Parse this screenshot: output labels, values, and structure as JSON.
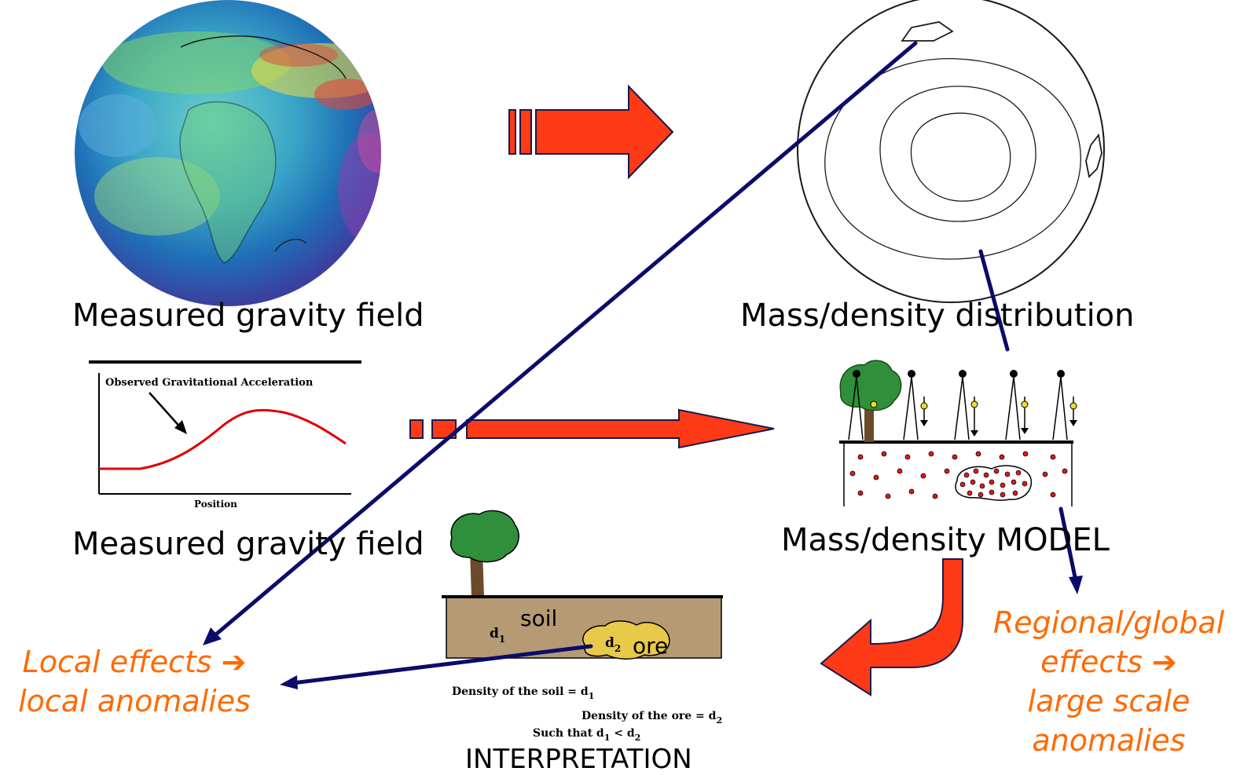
{
  "labels": {
    "measured_gravity_field_top": "Measured gravity field",
    "mass_density_distribution": "Mass/density distribution",
    "measured_gravity_field_bottom": "Measured gravity field",
    "mass_density_model": "Mass/density MODEL",
    "interpretation": "INTERPRETATION"
  },
  "local_effects": {
    "line1": "Local effects ➔",
    "line2": "local anomalies"
  },
  "regional_effects": {
    "line1": "Regional/global",
    "line2": "effects ➔",
    "line3": "large scale",
    "line4": "anomalies"
  },
  "graph": {
    "title": "Observed Gravitational Acceleration",
    "xlabel": "Position"
  },
  "soil_panel": {
    "soil": "soil",
    "d1": "d",
    "d1_sub": "1",
    "d2": "d",
    "d2_sub": "2",
    "ore": "ore",
    "density_soil": "Density of the soil = d",
    "density_soil_sub": "1",
    "density_ore": "Density of the ore = d",
    "density_ore_sub": "2",
    "such_that": "Such that d",
    "such_that_sub1": "1",
    "such_that_lt": " < d",
    "such_that_sub2": "2"
  },
  "colors": {
    "arrow_red": "#ff3a17",
    "line_navy": "#0b0b6b",
    "orange_text": "#ff6a00",
    "soil": "#b59a74",
    "ore": "#e8c948",
    "tree": "#2f8f3a"
  }
}
